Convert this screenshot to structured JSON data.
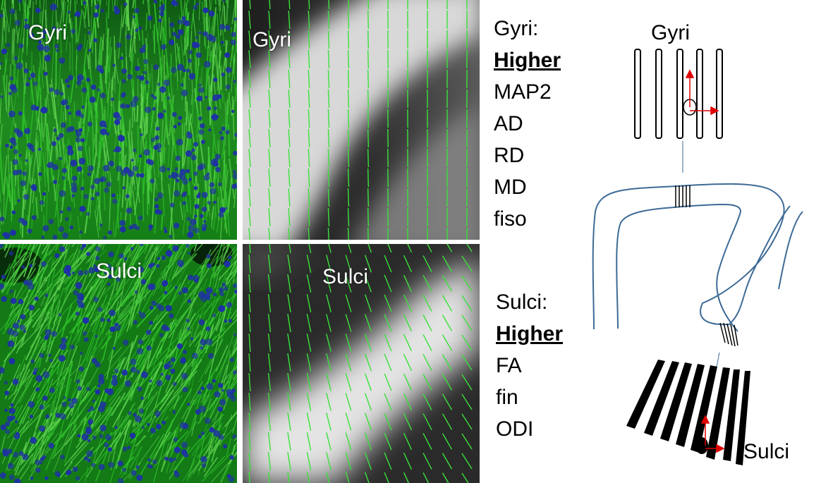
{
  "panels": {
    "micro_gyri_label": "Gyri",
    "dti_gyri_label": "Gyri",
    "micro_sulci_label": "Sulci",
    "dti_sulci_label": "Sulci"
  },
  "gyri_list": {
    "title": "Gyri:",
    "header": "Higher",
    "items": [
      "MAP2",
      "AD",
      "RD",
      "MD",
      "fiso"
    ]
  },
  "sulci_list": {
    "title": "Sulci:",
    "header": "Higher",
    "items": [
      "FA",
      "fin",
      "ODI"
    ]
  },
  "diagram": {
    "gyri_label": "Gyri",
    "sulci_label": "Sulci"
  },
  "colors": {
    "neurite_green": "#2fbf2a",
    "nuclei_blue": "#1e2fa8",
    "fiber_green": "#39e23a",
    "cortex_outline": "#3d6a96",
    "arrow_red": "#e00000"
  }
}
